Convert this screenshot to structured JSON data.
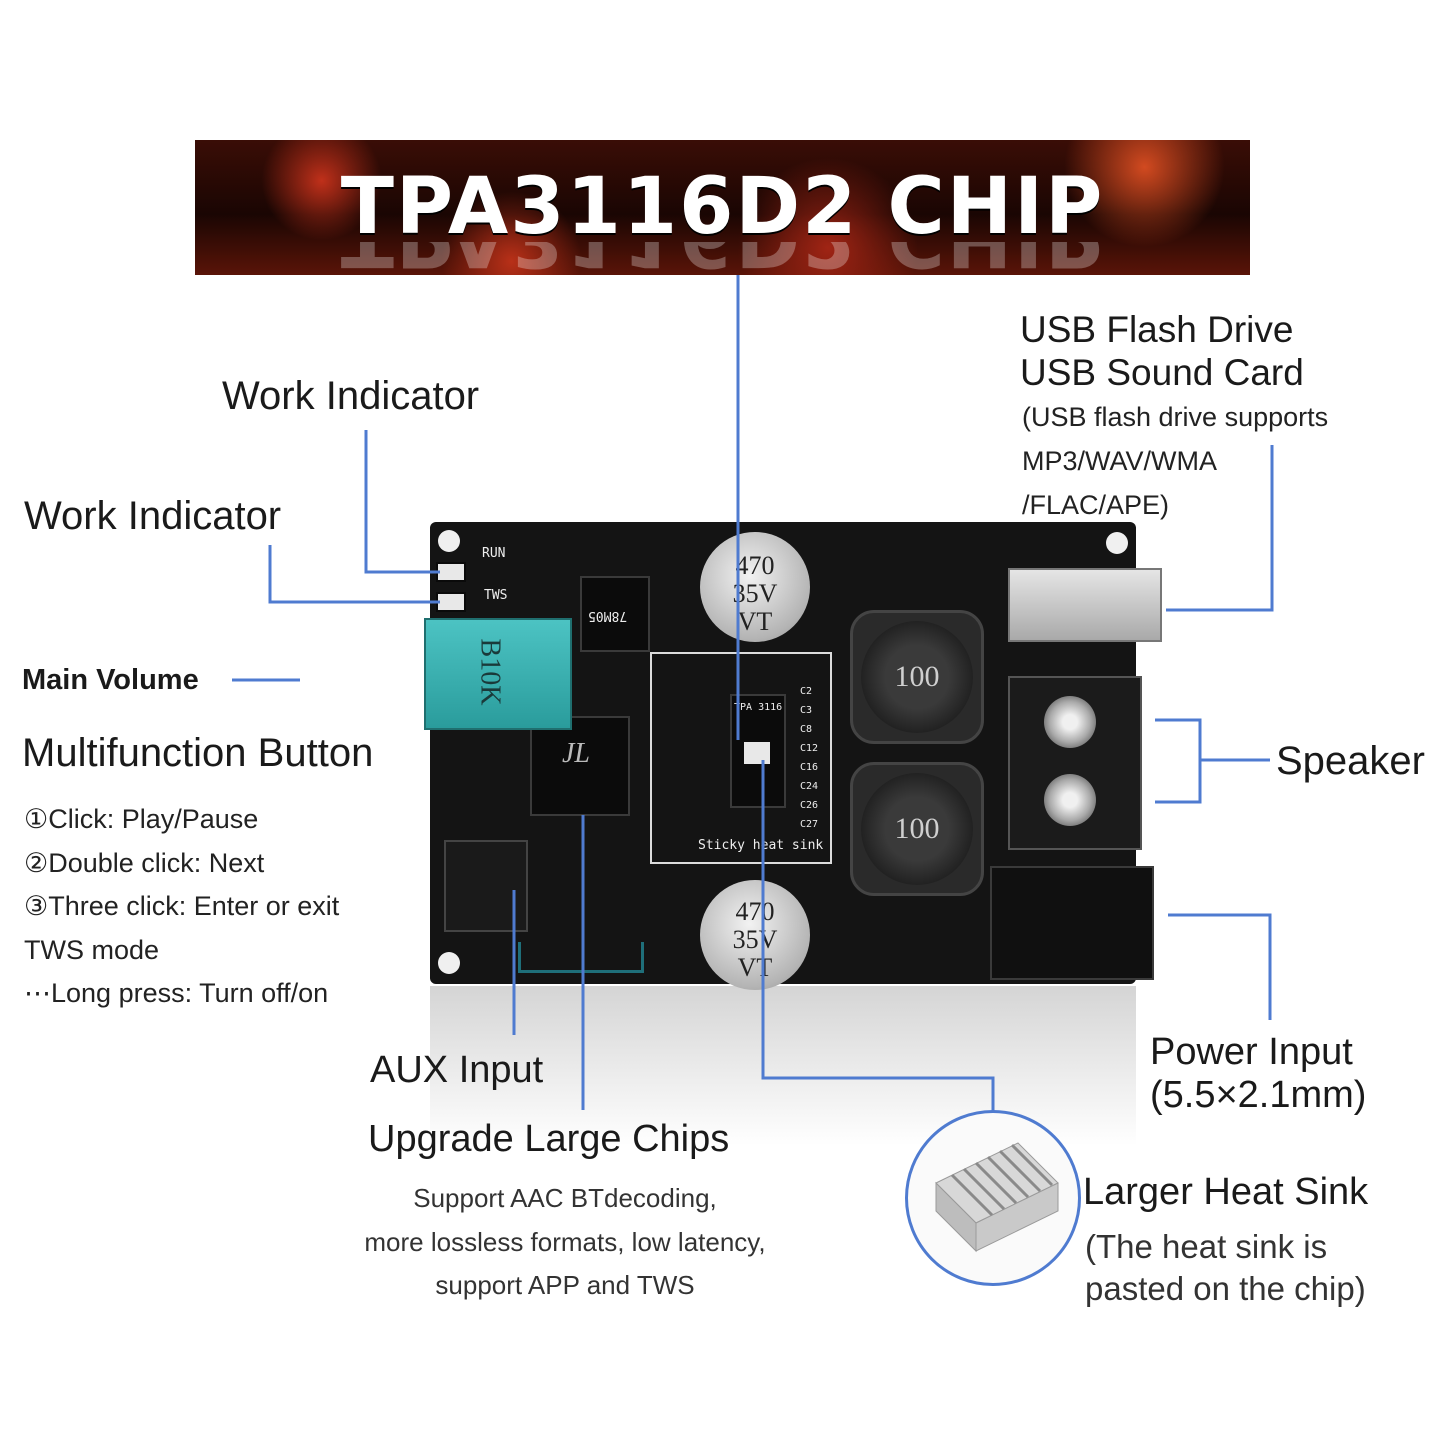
{
  "banner": {
    "title": "TPA3116D2 CHIP"
  },
  "labels": {
    "work_indicator_top": "Work Indicator",
    "work_indicator_left": "Work Indicator",
    "main_volume": "Main Volume",
    "multifunction_title": "Multifunction Button",
    "multifunction_items": [
      "①Click: Play/Pause",
      "②Double click: Next",
      "③Three click: Enter or exit",
      "TWS mode",
      "⋯Long press: Turn off/on"
    ],
    "usb_line1": "USB Flash Drive",
    "usb_line2": "USB Sound Card",
    "usb_note": [
      "(USB flash drive supports",
      "MP3/WAV/WMA",
      "/FLAC/APE)"
    ],
    "speaker": "Speaker",
    "aux_input": "AUX Input",
    "upgrade_title": "Upgrade Large Chips",
    "upgrade_note": [
      "Support AAC BTdecoding,",
      "more lossless formats, low latency,",
      "support APP and TWS"
    ],
    "power_title": "Power Input",
    "power_spec": "(5.5×2.1mm)",
    "heatsink_title": "Larger Heat Sink",
    "heatsink_note": [
      "(The heat sink is",
      "pasted on the chip)"
    ]
  },
  "board": {
    "cap_marking": [
      "470",
      "35V",
      "VT"
    ],
    "inductor_marking": "100",
    "pot_marking": "B10K",
    "regulator_marking": "78M05",
    "silk_run": "RUN",
    "silk_tws": "TWS",
    "silk_heatsink": "Sticky heat sink",
    "cap_refs": [
      "C2",
      "C3",
      "C8",
      "C12",
      "C16",
      "C24",
      "C26",
      "C27"
    ],
    "chip_text": "JL",
    "amp_text": "TPA 3116"
  },
  "colors": {
    "leader_line": "#4f7bd0",
    "banner_text": "#ffffff",
    "pcb": "#141414"
  }
}
